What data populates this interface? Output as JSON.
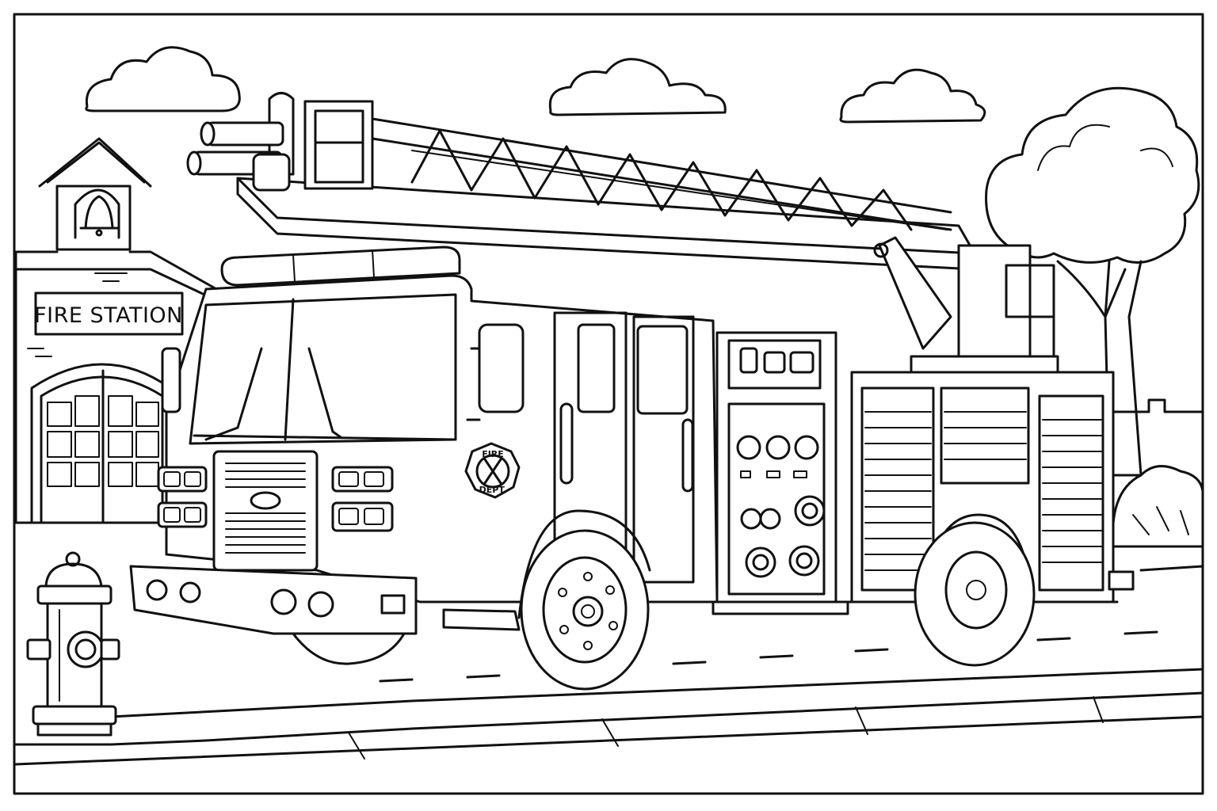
{
  "station": {
    "sign": "FIRE STATION"
  },
  "badge": {
    "top": "FIRE",
    "bottom": "DEPT."
  },
  "colors": {
    "line": "#111111",
    "paper": "#ffffff"
  }
}
